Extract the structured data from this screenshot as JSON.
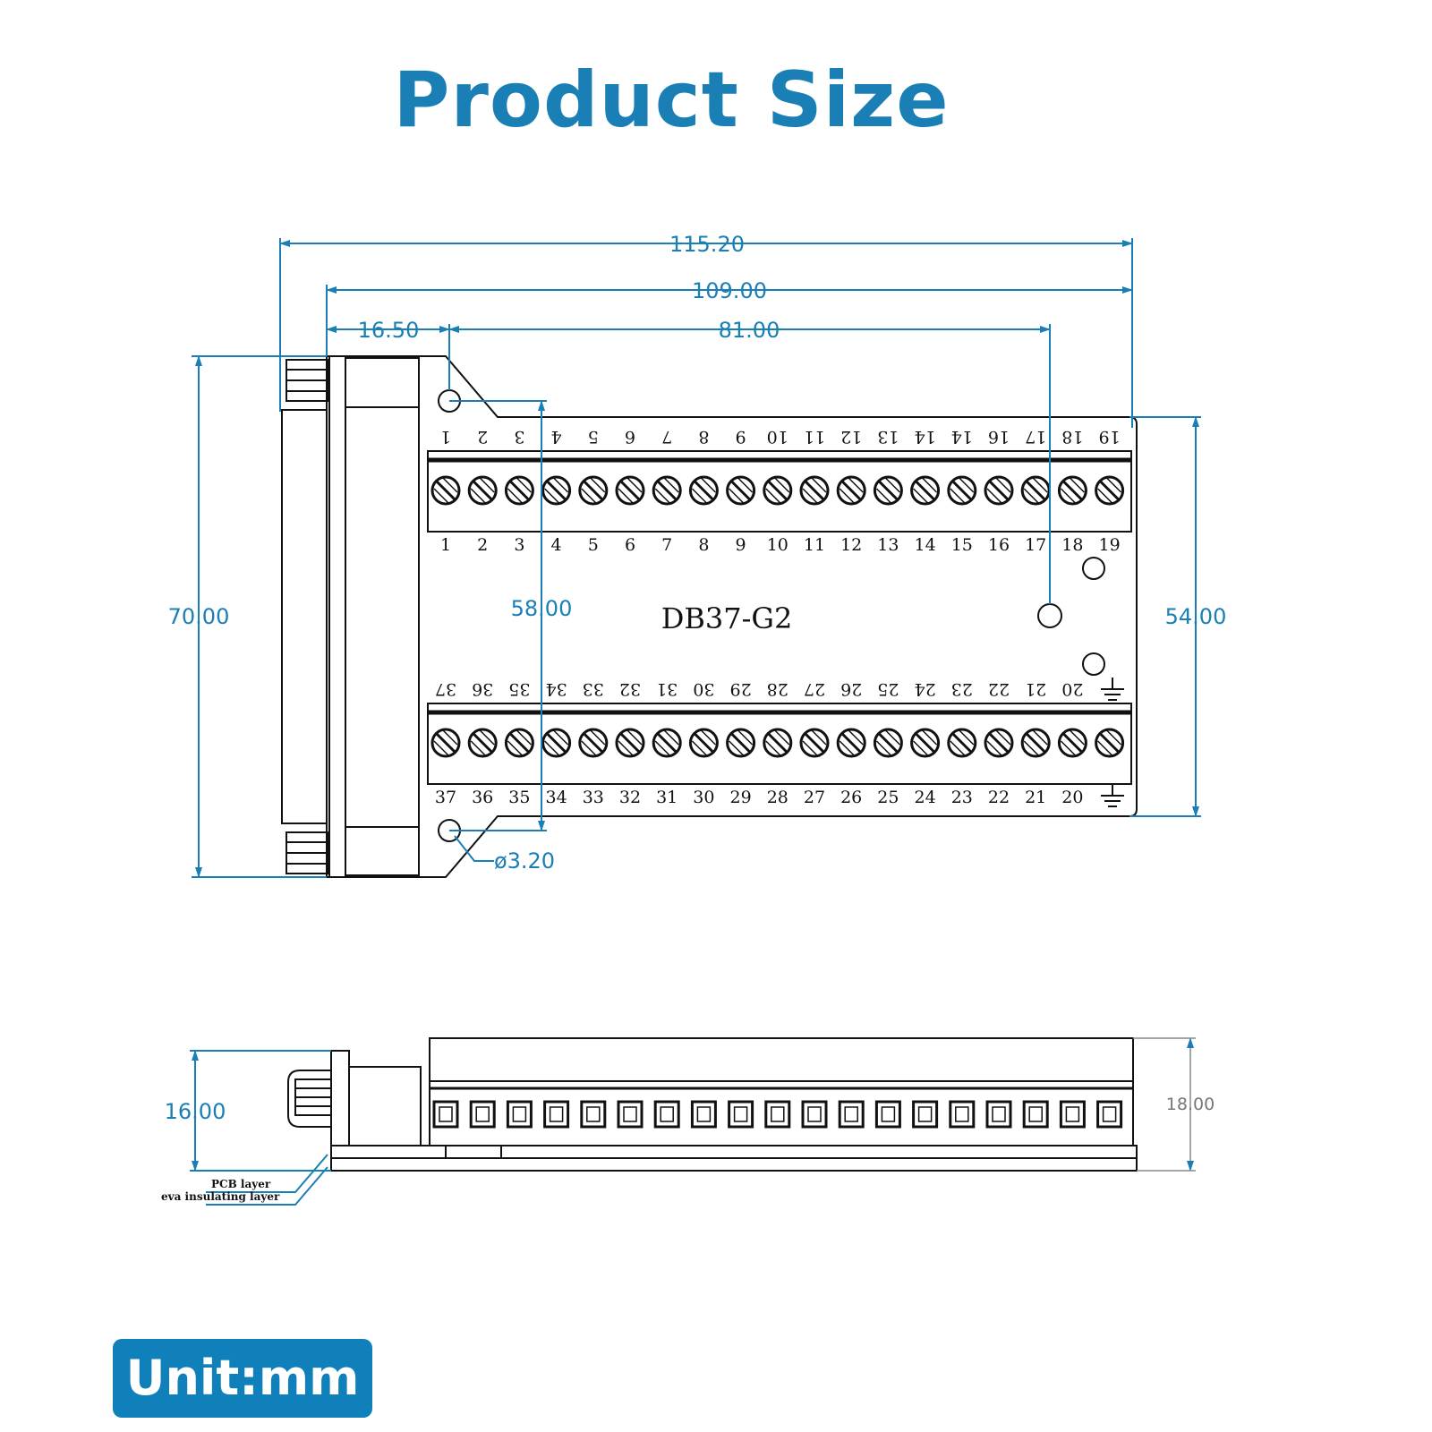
{
  "title": "Product Size",
  "model": "DB37-G2",
  "unit_label": "Unit:mm",
  "dimensions": {
    "overall_width": "115.20",
    "pcb_width": "109.00",
    "connector_to_hole": "16.50",
    "hole_spacing": "81.00",
    "overall_height": "70.00",
    "hole_vertical": "58.00",
    "pcb_height": "54.00",
    "hole_diameter": "ø3.20",
    "side_height": "16.00",
    "terminal_height": "18.00"
  },
  "layers": {
    "pcb": "PCB layer",
    "eva": "eva insulating layer"
  },
  "top_row_pins": [
    "1",
    "2",
    "3",
    "4",
    "5",
    "6",
    "7",
    "8",
    "9",
    "10",
    "11",
    "12",
    "13",
    "14",
    "15",
    "16",
    "17",
    "18",
    "19"
  ],
  "top_row_mirrored_labels": [
    "1",
    "2",
    "3",
    "4",
    "5",
    "6",
    "7",
    "8",
    "9",
    "10",
    "11",
    "12",
    "13",
    "14",
    "14",
    "16",
    "17",
    "18",
    "19"
  ],
  "bottom_row_pins": [
    "37",
    "36",
    "35",
    "34",
    "33",
    "32",
    "31",
    "30",
    "29",
    "28",
    "27",
    "26",
    "25",
    "24",
    "23",
    "22",
    "21",
    "20"
  ],
  "bottom_row_mirrored_labels": [
    "37",
    "36",
    "35",
    "34",
    "33",
    "32",
    "31",
    "30",
    "29",
    "28",
    "27",
    "26",
    "25",
    "24",
    "23",
    "22",
    "21",
    "20"
  ],
  "colors": {
    "accent": "#1a7fb5",
    "badge": "#0f80b9",
    "line": "#111111"
  },
  "icons": {
    "ground": "ground-symbol-icon"
  }
}
